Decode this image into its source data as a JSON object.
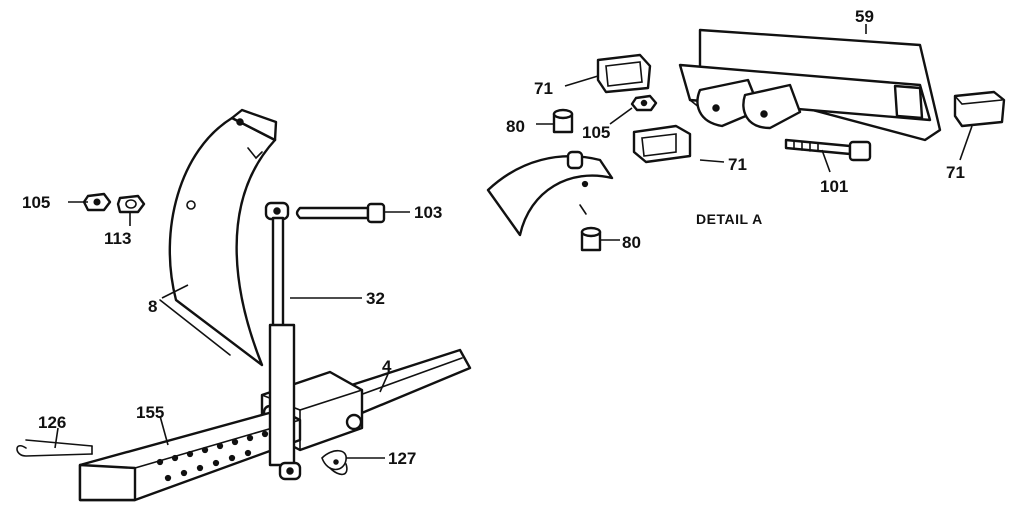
{
  "callouts": {
    "l59": "59",
    "l71a": "71",
    "l71b": "71",
    "l71c": "71",
    "l80a": "80",
    "l80b": "80",
    "l105a": "105",
    "l105b": "105",
    "l101": "101",
    "l103": "103",
    "l113": "113",
    "l8": "8",
    "l32": "32",
    "l4": "4",
    "l126": "126",
    "l155": "155",
    "l127": "127"
  },
  "detail_label": "DETAIL A",
  "colors": {
    "ink": "#111111",
    "paper": "#ffffff"
  }
}
